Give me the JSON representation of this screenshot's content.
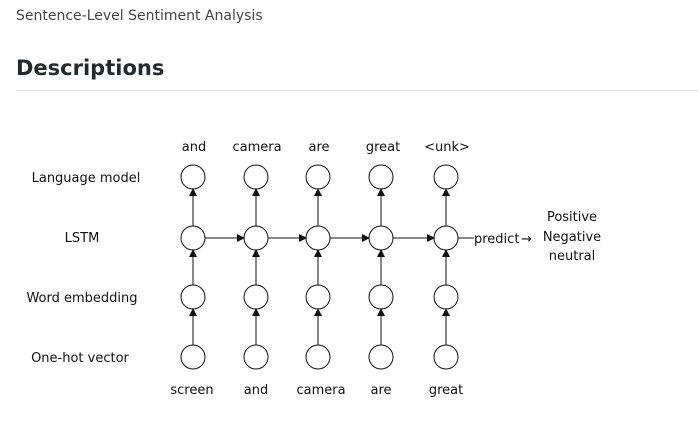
{
  "page": {
    "breadcrumb": "Sentence-Level Sentiment Analysis",
    "section_title": "Descriptions"
  },
  "diagram": {
    "row_labels": {
      "language_model": "Language model",
      "lstm": "LSTM",
      "word_embedding": "Word embedding",
      "one_hot": "One-hot vector"
    },
    "output_words": [
      "and",
      "camera",
      "are",
      "great",
      "<unk>"
    ],
    "input_words": [
      "screen",
      "and",
      "camera",
      "are",
      "great"
    ],
    "predict_label": "predict",
    "predict_arrow": "→",
    "classes": [
      "Positive",
      "Negative",
      "neutral"
    ]
  }
}
